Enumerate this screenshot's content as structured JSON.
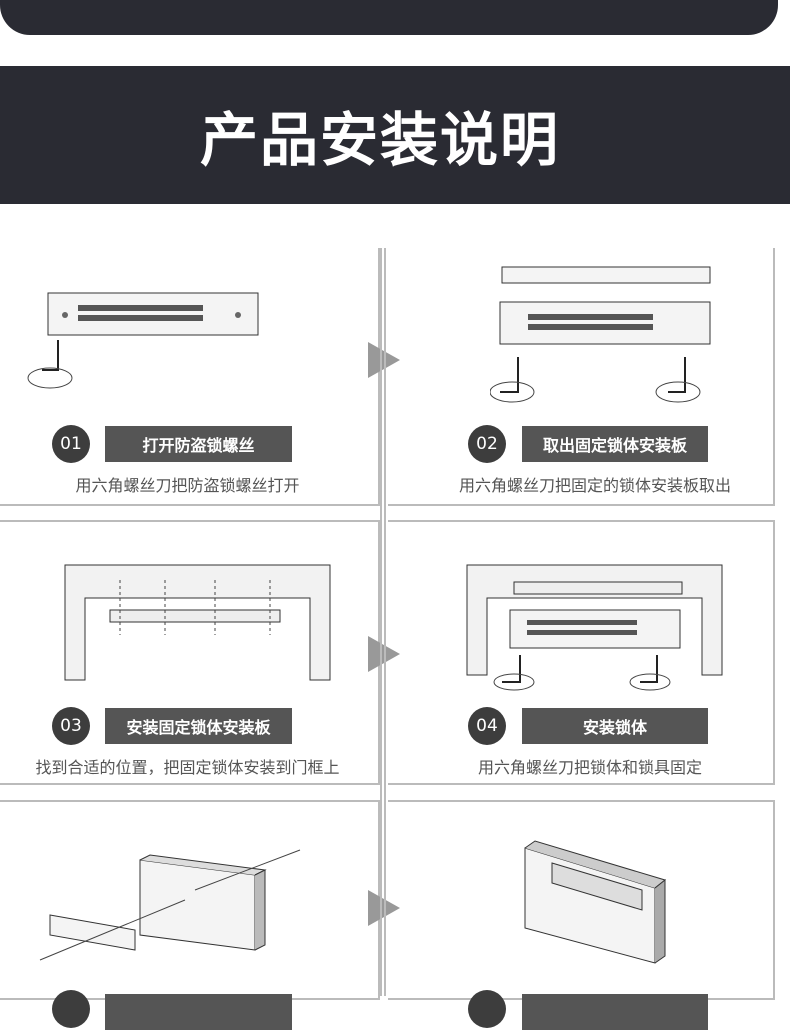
{
  "header": {
    "title": "产品安装说明"
  },
  "steps": [
    {
      "num": "01",
      "label": "打开防盗锁螺丝",
      "desc": "用六角螺丝刀把防盗锁螺丝打开"
    },
    {
      "num": "02",
      "label": "取出固定锁体安装板",
      "desc": "用六角螺丝刀把固定的锁体安装板取出"
    },
    {
      "num": "03",
      "label": "安装固定锁体安装板",
      "desc": "找到合适的位置，把固定锁体安装到门框上"
    },
    {
      "num": "04",
      "label": "安装锁体",
      "desc": "用六角螺丝刀把锁体和锁具固定"
    }
  ],
  "colors": {
    "dark": "#2a2b33",
    "label": "#555555"
  }
}
